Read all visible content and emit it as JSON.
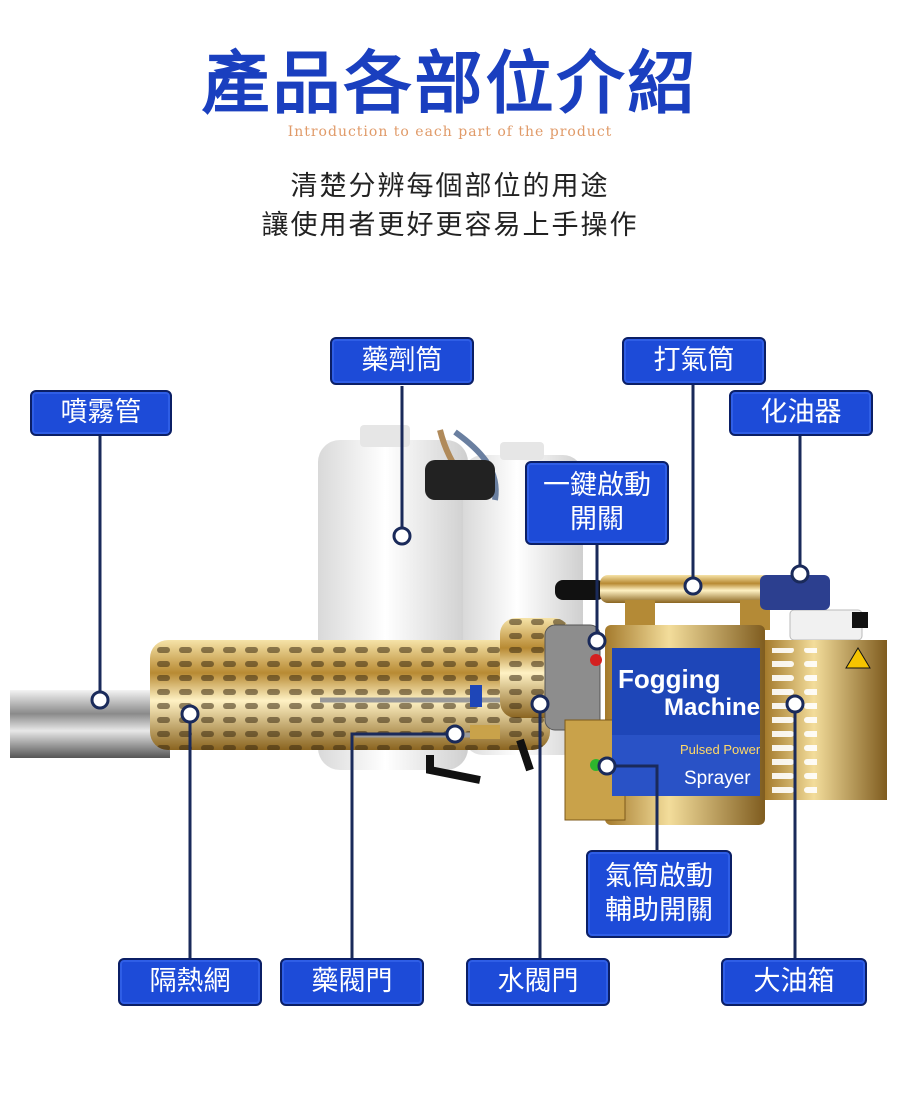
{
  "header": {
    "title": "產品各部位介紹",
    "subtitle_en": "Introduction to each part of the product",
    "desc_line1": "清楚分辨每個部位的用途",
    "desc_line2": "讓使用者更好更容易上手操作"
  },
  "labels": {
    "spray_pipe": "噴霧管",
    "medicine_tank": "藥劑筒",
    "pump": "打氣筒",
    "carburetor": "化油器",
    "one_key_start": "一鍵啟動\n開關",
    "heat_shield": "隔熱網",
    "medicine_valve": "藥閥門",
    "water_valve": "水閥門",
    "aux_start": "氣筒啟動\n輔助開關",
    "fuel_tank": "大油箱"
  },
  "machine_panel": {
    "brand_line1": "Fogging",
    "brand_line2": "Machine",
    "sub_label": "Pulsed Power",
    "sprayer": "Sprayer"
  },
  "colors": {
    "title": "#1a3fbf",
    "label_bg": "#1d4bd8",
    "label_border": "#0b1f66",
    "connector": "#1a2a5a",
    "gold": "#c9a24a",
    "subtitle_en": "#e09a68"
  }
}
